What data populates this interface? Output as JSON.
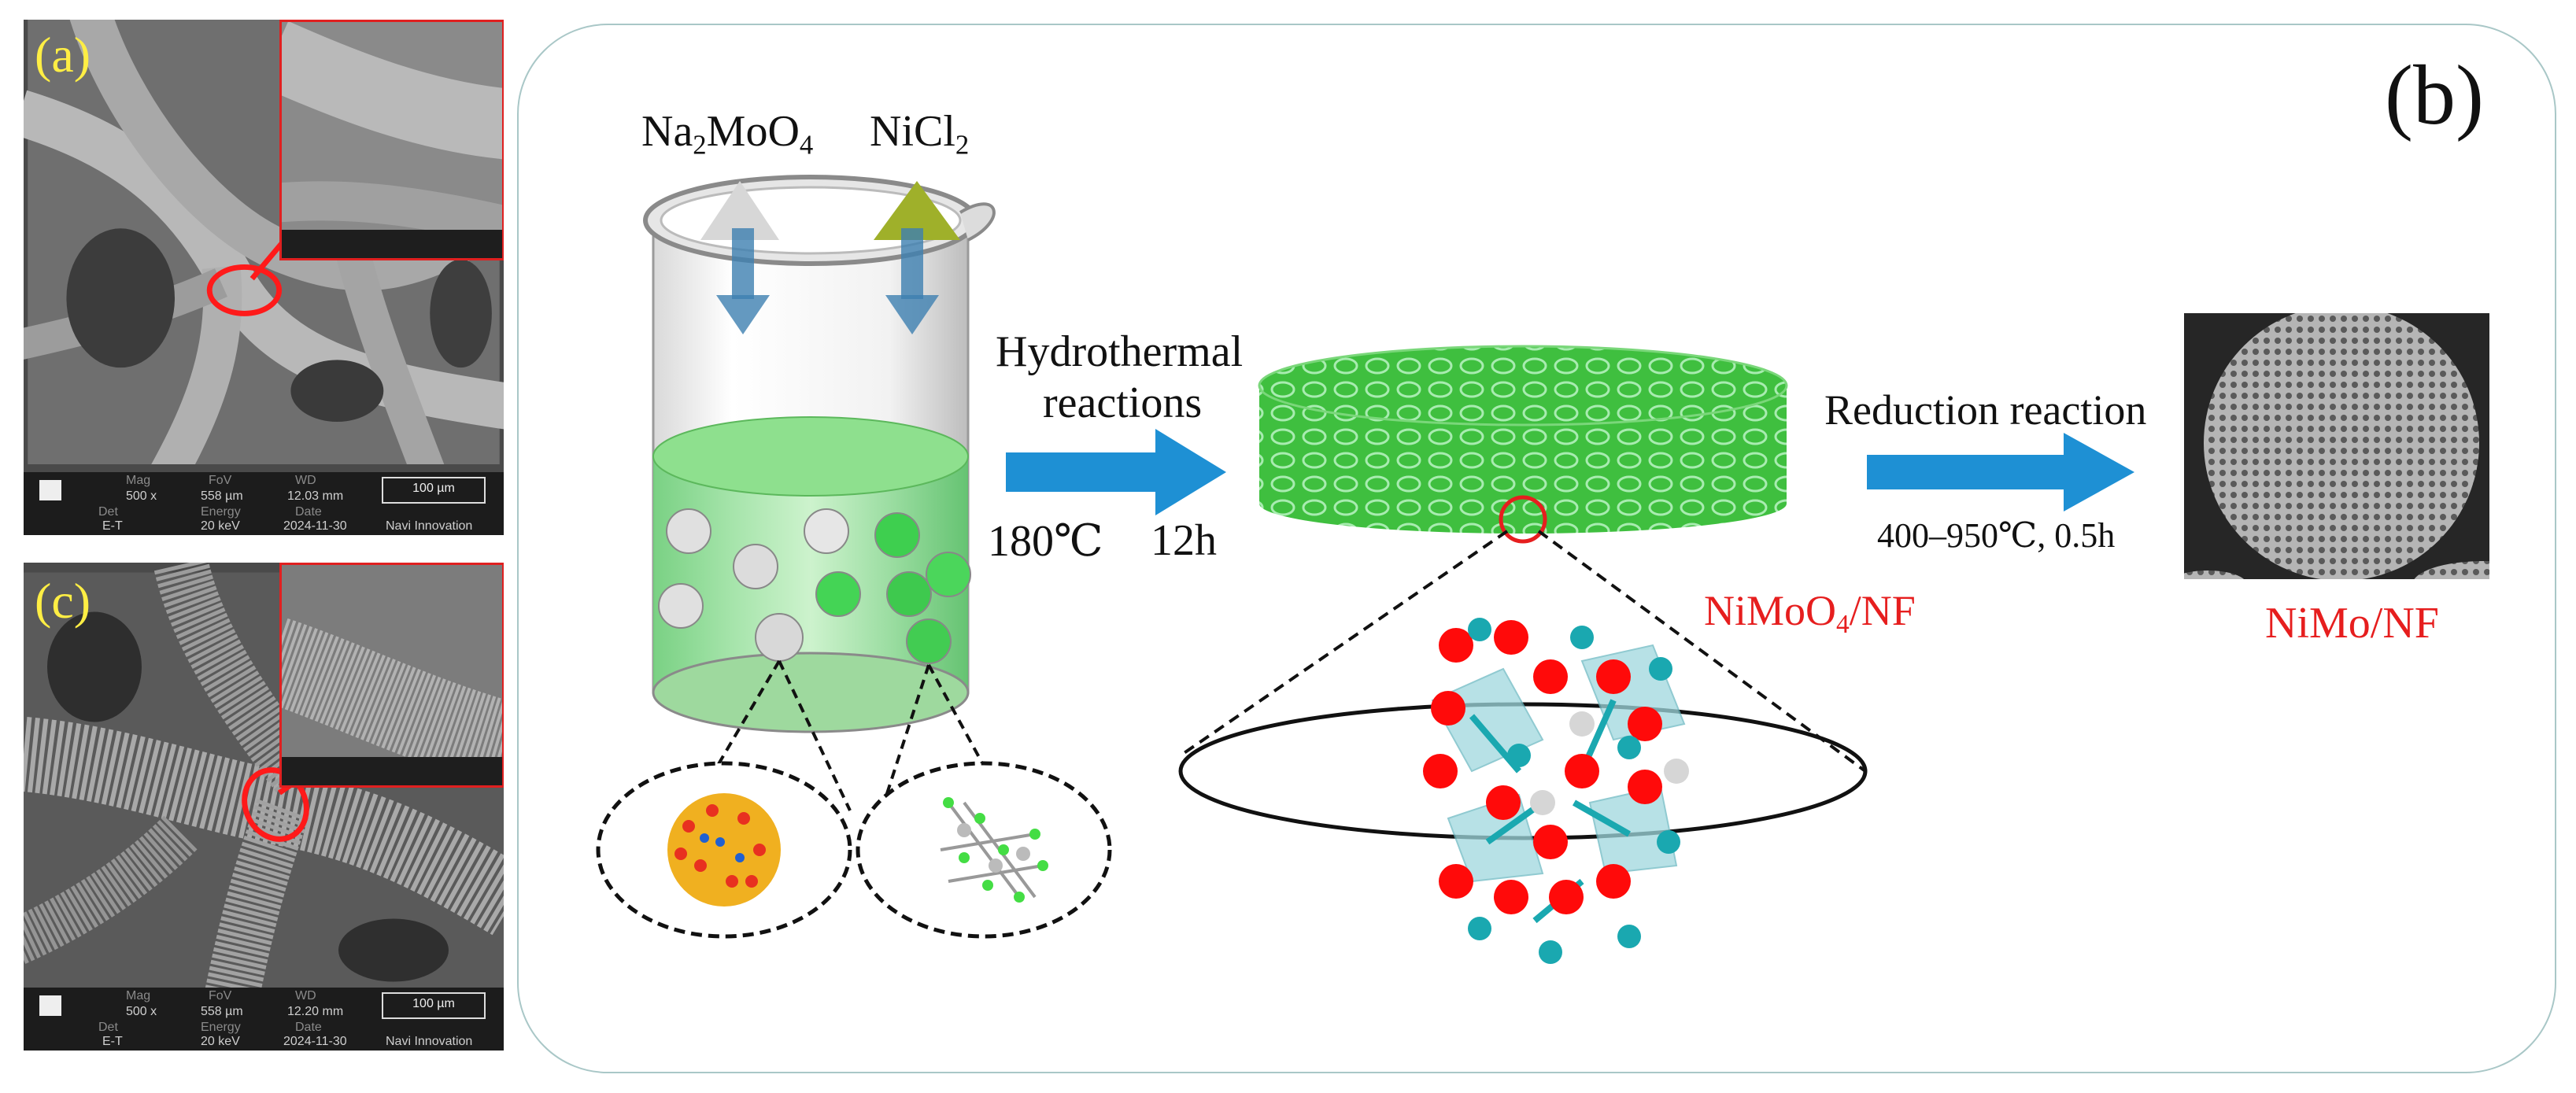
{
  "panels": {
    "a": {
      "label": "(a)",
      "databar": {
        "mag_key": "Mag",
        "mag": "500 x",
        "fov_key": "FoV",
        "fov": "558 µm",
        "wd_key": "WD",
        "wd": "12.03 mm",
        "det_key": "Det",
        "det": "E-T",
        "energy_key": "Energy",
        "energy": "20 keV",
        "date_key": "Date",
        "date": "2024-11-30",
        "scale": "100 µm",
        "brand": "Navi Innovation"
      }
    },
    "c": {
      "label": "(c)",
      "databar": {
        "mag_key": "Mag",
        "mag": "500 x",
        "fov_key": "FoV",
        "fov": "558 µm",
        "wd_key": "WD",
        "wd": "12.20 mm",
        "det_key": "Det",
        "det": "E-T",
        "energy_key": "Energy",
        "energy": "20 keV",
        "date_key": "Date",
        "date": "2024-11-30",
        "scale": "100 µm",
        "brand": "Navi Innovation"
      }
    },
    "b": {
      "label": "(b)",
      "reagent_1_base": "Na",
      "reagent_1_sub1": "2",
      "reagent_1_mid": "MoO",
      "reagent_1_sub2": "4",
      "reagent_2_base": "NiCl",
      "reagent_2_sub": "2",
      "step1_line1": "Hydrothermal",
      "step1_line2": "reactions",
      "step1_temp": "180℃",
      "step1_time": "12h",
      "intermediate_base": "NiMoO",
      "intermediate_sub": "4",
      "intermediate_tail": "/NF",
      "step2_label": "Reduction reaction",
      "step2_cond": "400–950℃,   0.5h",
      "product": "NiMo/NF"
    }
  },
  "colors": {
    "arrow_blue": "#1e90d4",
    "accent_red": "#e61e1e",
    "foam_green": "#4cc84c",
    "label_yellow": "#ffee44",
    "oxygen_red": "#ff0a0a",
    "metal_teal": "#1aa8b0"
  }
}
